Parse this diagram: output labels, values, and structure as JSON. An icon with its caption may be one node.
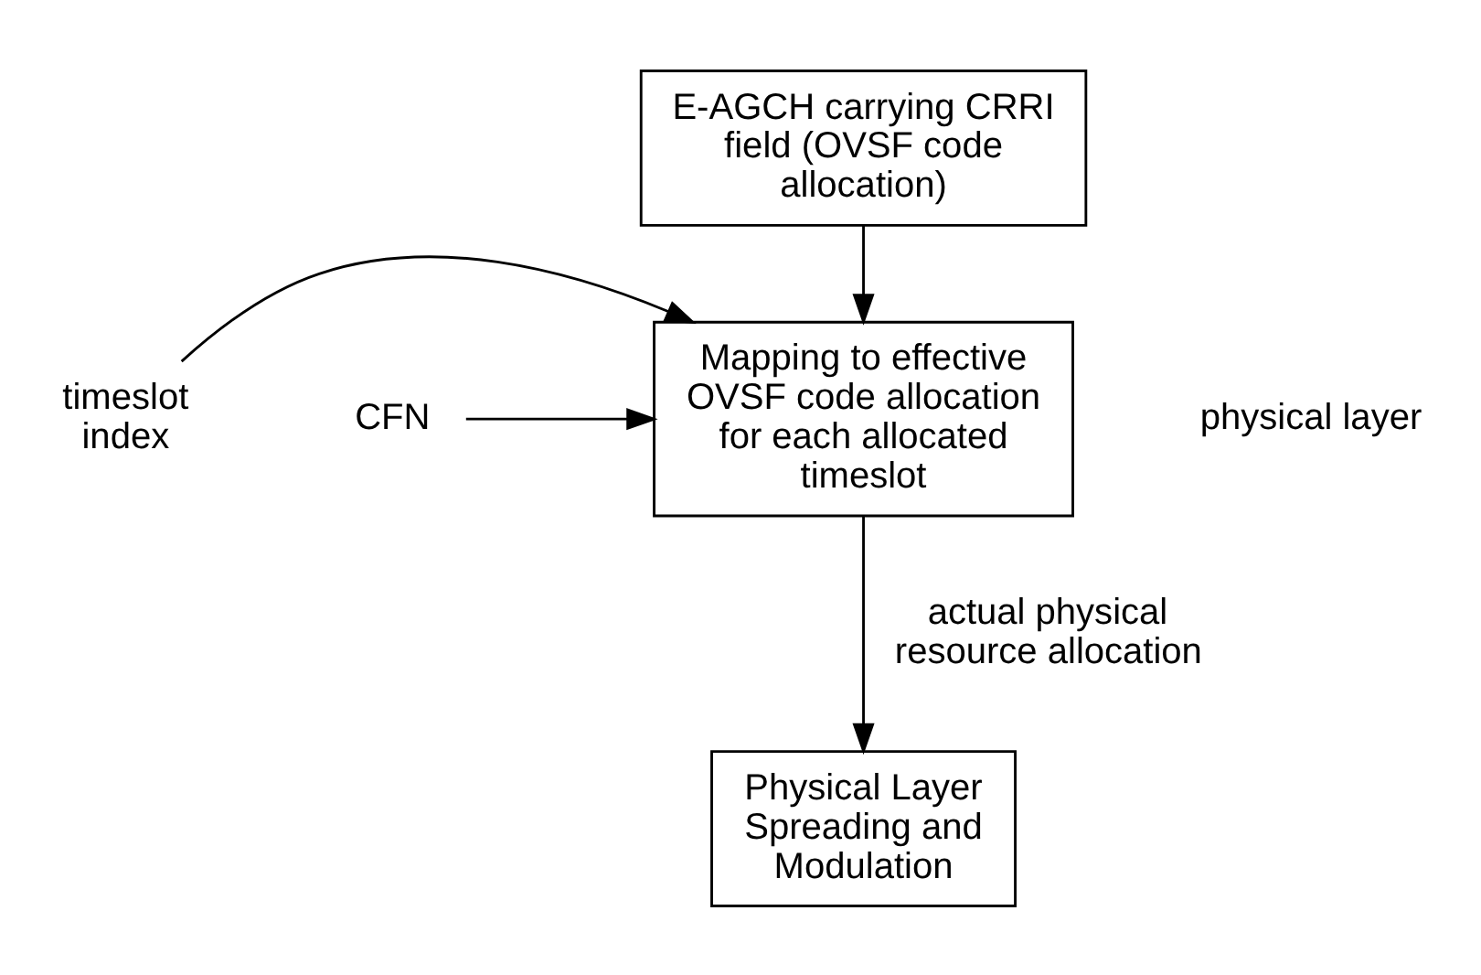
{
  "diagram": {
    "nodes": [
      {
        "text": [
          "E-AGCH carrying CRRI field (OVSF code allocation)"
        ]
      },
      {
        "text": [
          "Mapping to effective OVSF code allocation for each allocated timeslot"
        ]
      },
      {
        "text": [
          "Physical Layer Spreading and Modulation"
        ]
      },
      {
        "text": [
          "timeslot index"
        ]
      },
      {
        "text": [
          "CFN"
        ]
      }
    ],
    "edges": [
      {
        "from": 0,
        "to": 1,
        "arrow": "to"
      },
      {
        "from": 3,
        "to": 1,
        "arrow": "to"
      },
      {
        "from": 4,
        "to": 1,
        "arrow": "to"
      },
      {
        "from": 1,
        "to": 2,
        "arrow": "to",
        "label": "actual physical resource allocation"
      }
    ],
    "labels": [
      "physical layer"
    ]
  }
}
